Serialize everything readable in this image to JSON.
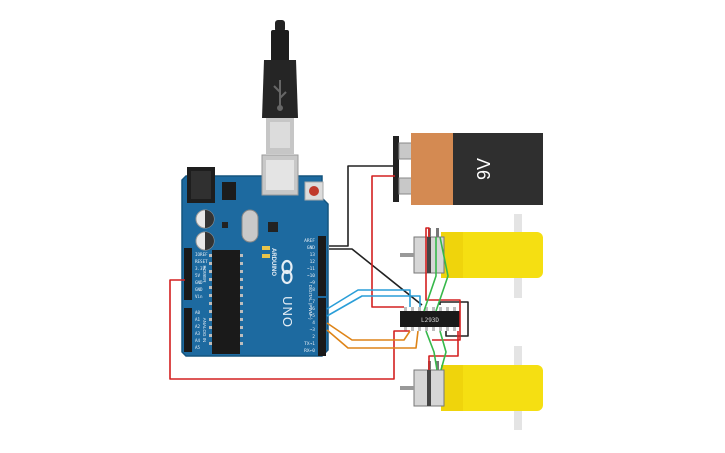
{
  "arduino": {
    "logo_text": "ARDUINO",
    "model": "UNO",
    "digital_label": "DIGITAL (PWM~)",
    "power_label": "POWER",
    "analog_label": "ANALOG IN",
    "top_header_labels": [
      "AREF",
      "GND",
      "13",
      "12",
      "~11",
      "~10",
      "~9",
      "8"
    ],
    "bottom_header_labels": [
      "7",
      "~6",
      "~5",
      "4",
      "~3",
      "2",
      "TX→1",
      "RX←0"
    ],
    "power_pin_labels": [
      "IOREF",
      "RESET",
      "3.3V",
      "5V",
      "GND",
      "GND",
      "Vin"
    ],
    "analog_pin_labels": [
      "A0",
      "A1",
      "A2",
      "A3",
      "A4",
      "A5"
    ]
  },
  "battery": {
    "label": "9V"
  },
  "driver_ic": {
    "label": "L293D"
  },
  "colors": {
    "board": "#1d6aa0",
    "board_edge": "#15557f",
    "battery_body": "#2f2f2f",
    "battery_cap": "#d48a52",
    "motor_yellow": "#f5df12",
    "wire_red": "#d42020",
    "wire_black": "#222222",
    "wire_blue": "#2a9ed8",
    "wire_orange": "#de8418",
    "wire_green": "#36b84a"
  },
  "icons": [
    "usb-plug-icon",
    "usb-symbol-icon",
    "infinity-logo-icon"
  ]
}
